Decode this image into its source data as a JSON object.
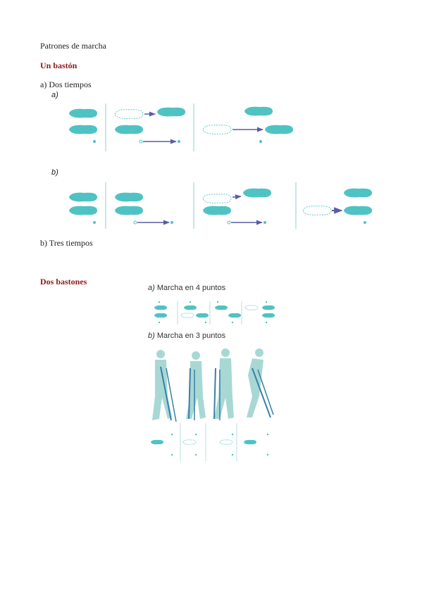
{
  "doc": {
    "title": "Patrones de marcha",
    "section1": "Un bastón",
    "item_a": "a) Dos tiempos",
    "item_b": "b) Tres tiempos",
    "section2": "Dos bastones"
  },
  "figure1": {
    "label_a": "a)",
    "label_b": "b)"
  },
  "figure2": {
    "caption_a_letter": "a)",
    "caption_a_text": " Marcha en 4 puntos",
    "caption_b_letter": "b)",
    "caption_b_text": " Marcha en 3 puntos"
  },
  "colors": {
    "foot": "#4fc3c3",
    "arrow": "#5a5ba8",
    "figure": "#a8d8d4",
    "crutch": "#3a7fa8",
    "divider": "#b9dede"
  }
}
